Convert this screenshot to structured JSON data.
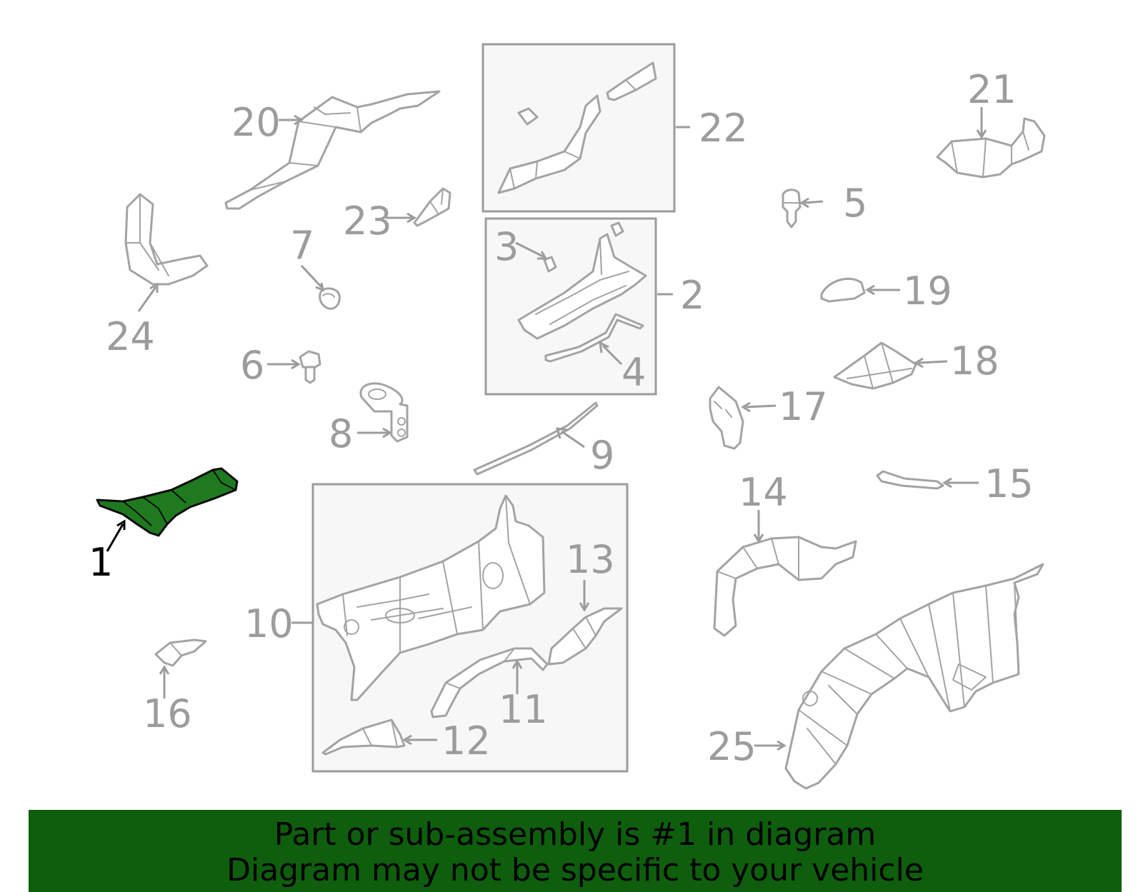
{
  "callouts": {
    "c1": "1",
    "c2": "2",
    "c3": "3",
    "c4": "4",
    "c5": "5",
    "c6": "6",
    "c7": "7",
    "c8": "8",
    "c9": "9",
    "c10": "10",
    "c11": "11",
    "c12": "12",
    "c13": "13",
    "c14": "14",
    "c15": "15",
    "c16": "16",
    "c17": "17",
    "c18": "18",
    "c19": "19",
    "c20": "20",
    "c21": "21",
    "c22": "22",
    "c23": "23",
    "c24": "24",
    "c25": "25"
  },
  "highlighted_part": "1",
  "colors": {
    "highlight": "#1f7a1f",
    "banner": "#0e5e0e",
    "line": "#9c9c9c"
  },
  "banner": {
    "line1": "Part or sub-assembly is #1 in diagram",
    "line2": "Diagram may not be specific to your vehicle"
  }
}
